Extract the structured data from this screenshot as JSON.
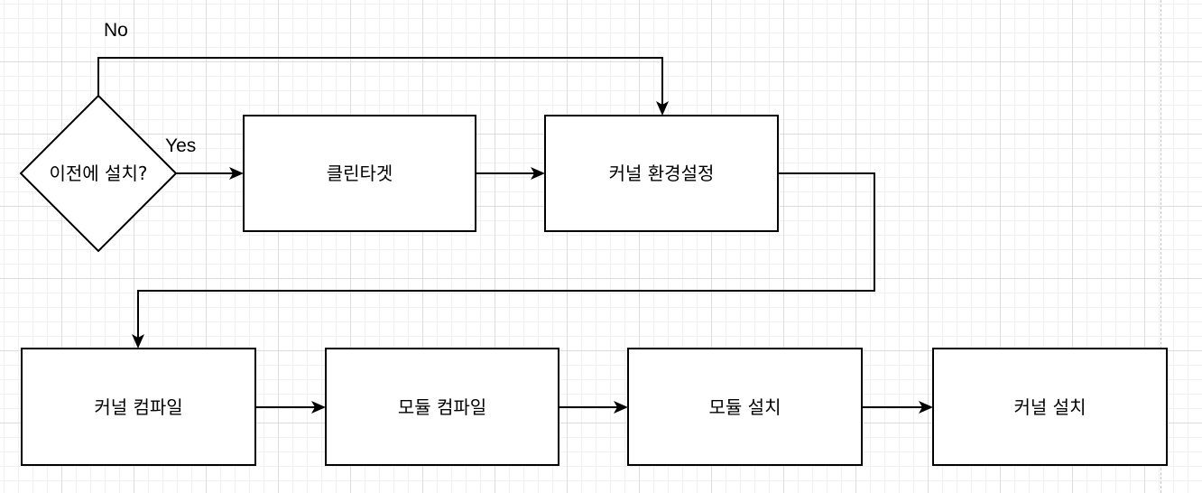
{
  "diagram": {
    "decision": {
      "label": "이전에 설치?"
    },
    "nodes": {
      "clean_target": "클린타겟",
      "kernel_config": "커널 환경설정",
      "kernel_compile": "커널 컴파일",
      "module_compile": "모듈 컴파일",
      "module_install": "모듈 설치",
      "kernel_install": "커널 설치"
    },
    "edge_labels": {
      "no": "No",
      "yes": "Yes"
    }
  }
}
